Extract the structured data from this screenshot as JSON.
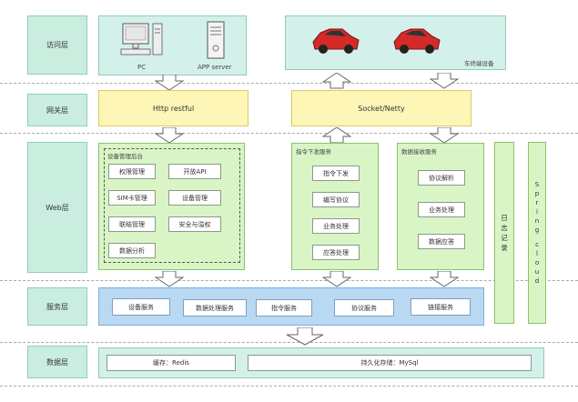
{
  "layers": {
    "access": "访问层",
    "gateway": "网关层",
    "web": "Web层",
    "service": "服务层",
    "data": "数据层"
  },
  "access": {
    "pc_label": "PC",
    "server_label": "APP server",
    "vehicle_label": "车终端设备"
  },
  "gateway": {
    "http": "Http restful",
    "socket": "Socket/Netty"
  },
  "web": {
    "mgmt_title": "设备管理后台",
    "mgmt_items": [
      "权限管理",
      "开放API",
      "SIM卡管理",
      "设备管理",
      "联结管理",
      "安全与溢权",
      "数据分析"
    ],
    "cmd_title": "指令下发服务",
    "cmd_items": [
      "指令下发",
      "编写协议",
      "业务处理",
      "应答处理"
    ],
    "recv_title": "数据接收服务",
    "recv_items": [
      "协议解析",
      "业务处理",
      "数据应答"
    ],
    "log_chars": [
      "日",
      "志",
      "记",
      "录"
    ],
    "spring_chars": [
      "S",
      "p",
      "r",
      "i",
      "n",
      "g",
      "c",
      "l",
      "o",
      "u",
      "d"
    ]
  },
  "service": {
    "items": [
      "设备服务",
      "数据处理服务",
      "指令服务",
      "协议服务",
      "链接服务"
    ]
  },
  "data": {
    "cache": "缓存：Redis",
    "persist": "持久化存储：MySql"
  },
  "colors": {
    "layer_bg": "#c9eee0",
    "web_green": "#d9f5c6",
    "gateway_yellow": "#fdf6b7",
    "service_blue": "#b9d8f2",
    "car_red": "#d42a2a"
  }
}
